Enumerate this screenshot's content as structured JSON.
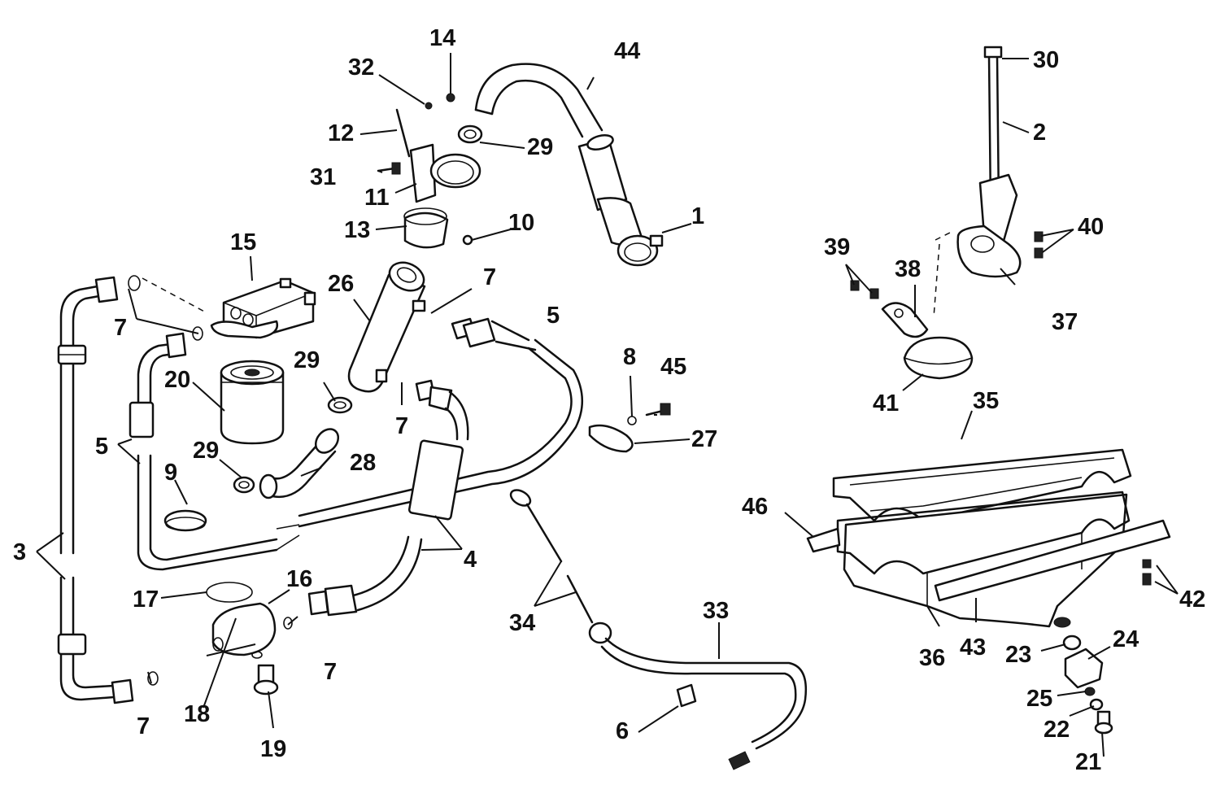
{
  "labels": [
    {
      "id": "1",
      "text": "1"
    },
    {
      "id": "2",
      "text": "2"
    },
    {
      "id": "3",
      "text": "3"
    },
    {
      "id": "4",
      "text": "4"
    },
    {
      "id": "5a",
      "text": "5"
    },
    {
      "id": "5b",
      "text": "5"
    },
    {
      "id": "6",
      "text": "6"
    },
    {
      "id": "7a",
      "text": "7"
    },
    {
      "id": "7b",
      "text": "7"
    },
    {
      "id": "7c",
      "text": "7"
    },
    {
      "id": "7d",
      "text": "7"
    },
    {
      "id": "7e",
      "text": "7"
    },
    {
      "id": "8",
      "text": "8"
    },
    {
      "id": "9",
      "text": "9"
    },
    {
      "id": "10",
      "text": "10"
    },
    {
      "id": "11",
      "text": "11"
    },
    {
      "id": "12",
      "text": "12"
    },
    {
      "id": "13",
      "text": "13"
    },
    {
      "id": "14",
      "text": "14"
    },
    {
      "id": "15",
      "text": "15"
    },
    {
      "id": "16",
      "text": "16"
    },
    {
      "id": "17",
      "text": "17"
    },
    {
      "id": "18",
      "text": "18"
    },
    {
      "id": "19",
      "text": "19"
    },
    {
      "id": "20",
      "text": "20"
    },
    {
      "id": "21",
      "text": "21"
    },
    {
      "id": "22",
      "text": "22"
    },
    {
      "id": "23",
      "text": "23"
    },
    {
      "id": "24",
      "text": "24"
    },
    {
      "id": "25",
      "text": "25"
    },
    {
      "id": "26",
      "text": "26"
    },
    {
      "id": "27",
      "text": "27"
    },
    {
      "id": "28",
      "text": "28"
    },
    {
      "id": "29a",
      "text": "29"
    },
    {
      "id": "29b",
      "text": "29"
    },
    {
      "id": "29c",
      "text": "29"
    },
    {
      "id": "30",
      "text": "30"
    },
    {
      "id": "31",
      "text": "31"
    },
    {
      "id": "32",
      "text": "32"
    },
    {
      "id": "33",
      "text": "33"
    },
    {
      "id": "34",
      "text": "34"
    },
    {
      "id": "35",
      "text": "35"
    },
    {
      "id": "36",
      "text": "36"
    },
    {
      "id": "37",
      "text": "37"
    },
    {
      "id": "38",
      "text": "38"
    },
    {
      "id": "39",
      "text": "39"
    },
    {
      "id": "40",
      "text": "40"
    },
    {
      "id": "41",
      "text": "41"
    },
    {
      "id": "42",
      "text": "42"
    },
    {
      "id": "43",
      "text": "43"
    },
    {
      "id": "44",
      "text": "44"
    },
    {
      "id": "45",
      "text": "45"
    },
    {
      "id": "46",
      "text": "46"
    }
  ]
}
